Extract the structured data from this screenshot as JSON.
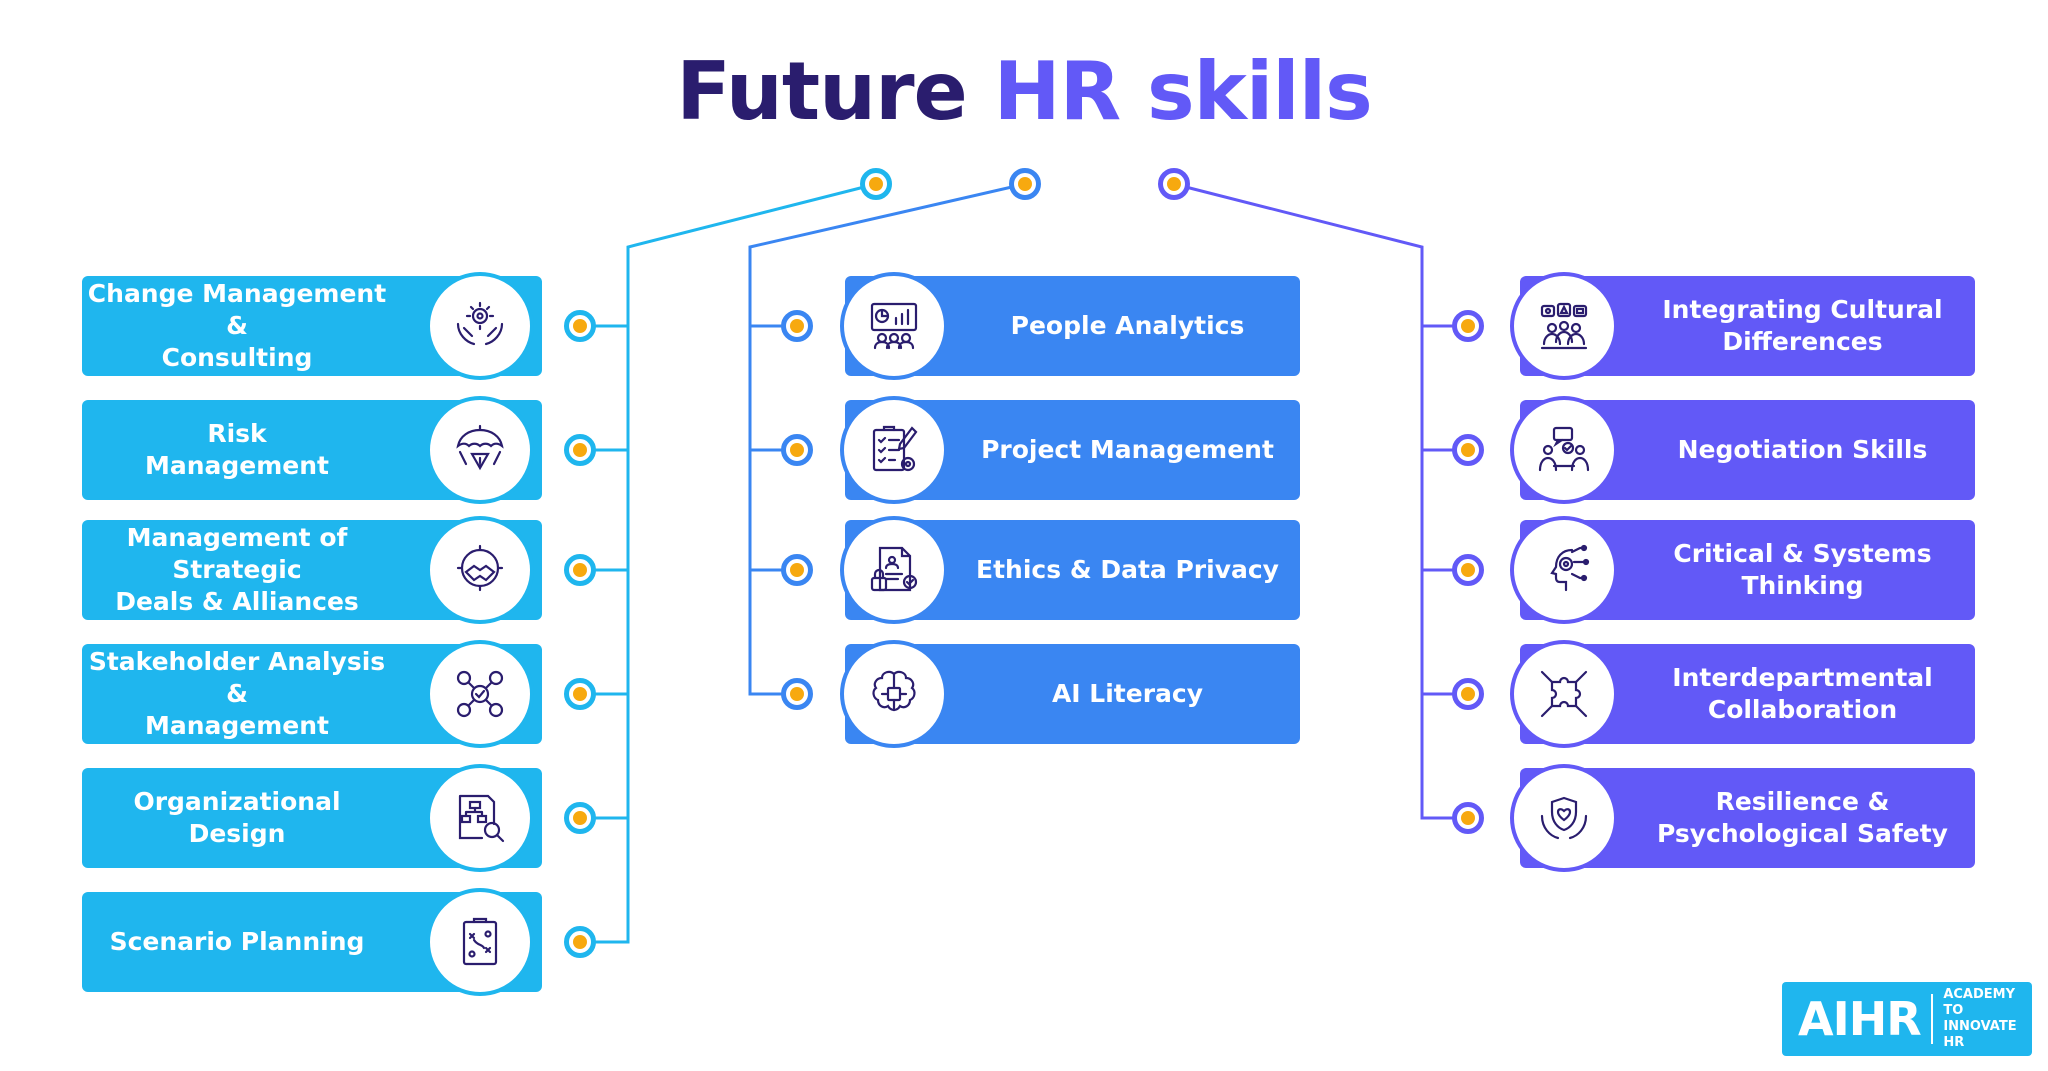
{
  "title": {
    "part1": "Future",
    "part2": "HR skills"
  },
  "colors": {
    "dark_navy": "#2a1d6e",
    "purple": "#6259f7",
    "cyan": "#1fb6ee",
    "blue": "#3a86f2",
    "orange_dot": "#f7a90f"
  },
  "columns": [
    {
      "color": "#1fb6ee",
      "skills": [
        {
          "label": "Change Management &\nConsulting",
          "icon": "hands-gear-icon"
        },
        {
          "label": "Risk\nManagement",
          "icon": "umbrella-warning-icon"
        },
        {
          "label": "Management of Strategic\nDeals & Alliances",
          "icon": "handshake-gear-icon"
        },
        {
          "label": "Stakeholder Analysis &\nManagement",
          "icon": "stakeholder-network-icon"
        },
        {
          "label": "Organizational Design",
          "icon": "org-chart-magnifier-icon"
        },
        {
          "label": "Scenario Planning",
          "icon": "strategy-board-icon"
        }
      ]
    },
    {
      "color": "#3a86f2",
      "skills": [
        {
          "label": "People Analytics",
          "icon": "presentation-analytics-icon"
        },
        {
          "label": "Project Management",
          "icon": "checklist-gear-icon"
        },
        {
          "label": "Ethics & Data Privacy",
          "icon": "document-lock-icon"
        },
        {
          "label": "AI Literacy",
          "icon": "brain-chip-icon"
        }
      ]
    },
    {
      "color": "#6259f7",
      "skills": [
        {
          "label": "Integrating Cultural\nDifferences",
          "icon": "diverse-team-icon"
        },
        {
          "label": "Negotiation Skills",
          "icon": "negotiation-people-icon"
        },
        {
          "label": "Critical & Systems\nThinking",
          "icon": "head-gear-network-icon"
        },
        {
          "label": "Interdepartmental\nCollaboration",
          "icon": "puzzle-hands-icon"
        },
        {
          "label": "Resilience &\nPsychological Safety",
          "icon": "shield-hands-icon"
        }
      ]
    }
  ],
  "logo": {
    "mark": "AIHR",
    "subtitle_line1": "ACADEMY TO",
    "subtitle_line2": "INNOVATE HR"
  }
}
